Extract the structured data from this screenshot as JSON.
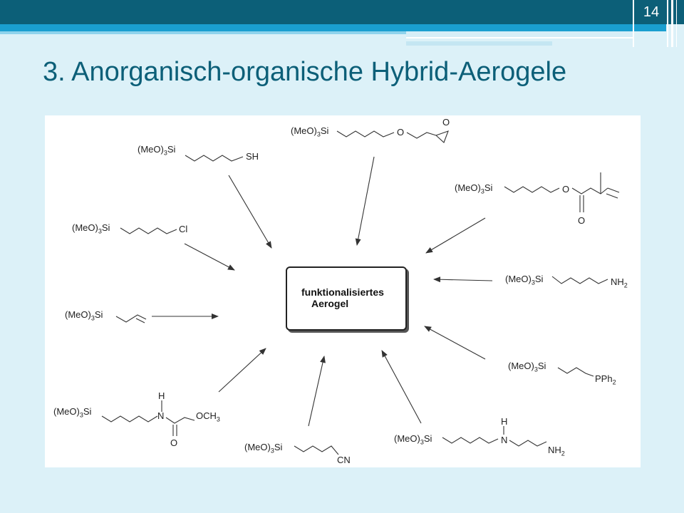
{
  "slide": {
    "number": "14",
    "title": "3. Anorganisch-organische Hybrid-Aerogele"
  },
  "diagram": {
    "center": {
      "line1": "funktionalisiertes",
      "line2": "Aerogel"
    },
    "silanes": {
      "si_label": "(MeO)3Si",
      "sh": "SH",
      "cl": "Cl",
      "o": "O",
      "nh2": "NH2",
      "pph2": "PPh2",
      "och3": "OCH3",
      "h": "H",
      "n": "N",
      "cn": "CN"
    }
  }
}
